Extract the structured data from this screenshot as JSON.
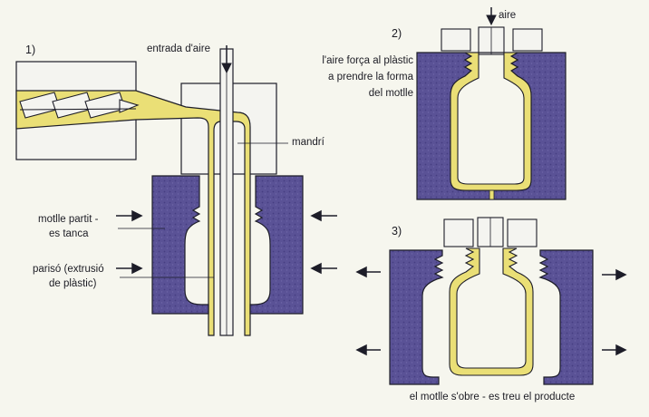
{
  "colors": {
    "background": "#f6f6ee",
    "mould": "#5a5296",
    "mould_dark": "#3f3878",
    "plastic": "#eadf76",
    "plastic_dark": "#8e8440",
    "metal": "#f4f4f0",
    "outline": "#1d1d28"
  },
  "steps": {
    "step1": {
      "number": "1)",
      "air_inlet": "entrada d'aire",
      "mandrel": "mandrí",
      "mould_line1": "motlle partit -",
      "mould_line2": "es tanca",
      "parison_line1": "parisó (extrusió",
      "parison_line2": "de plàstic)"
    },
    "step2": {
      "number": "2)",
      "air": "aire",
      "desc_line1": "l'aire força al plàstic",
      "desc_line2": "a prendre la forma",
      "desc_line3": "del motlle"
    },
    "step3": {
      "number": "3)",
      "caption": "el motlle s'obre - es treu el producte"
    }
  }
}
